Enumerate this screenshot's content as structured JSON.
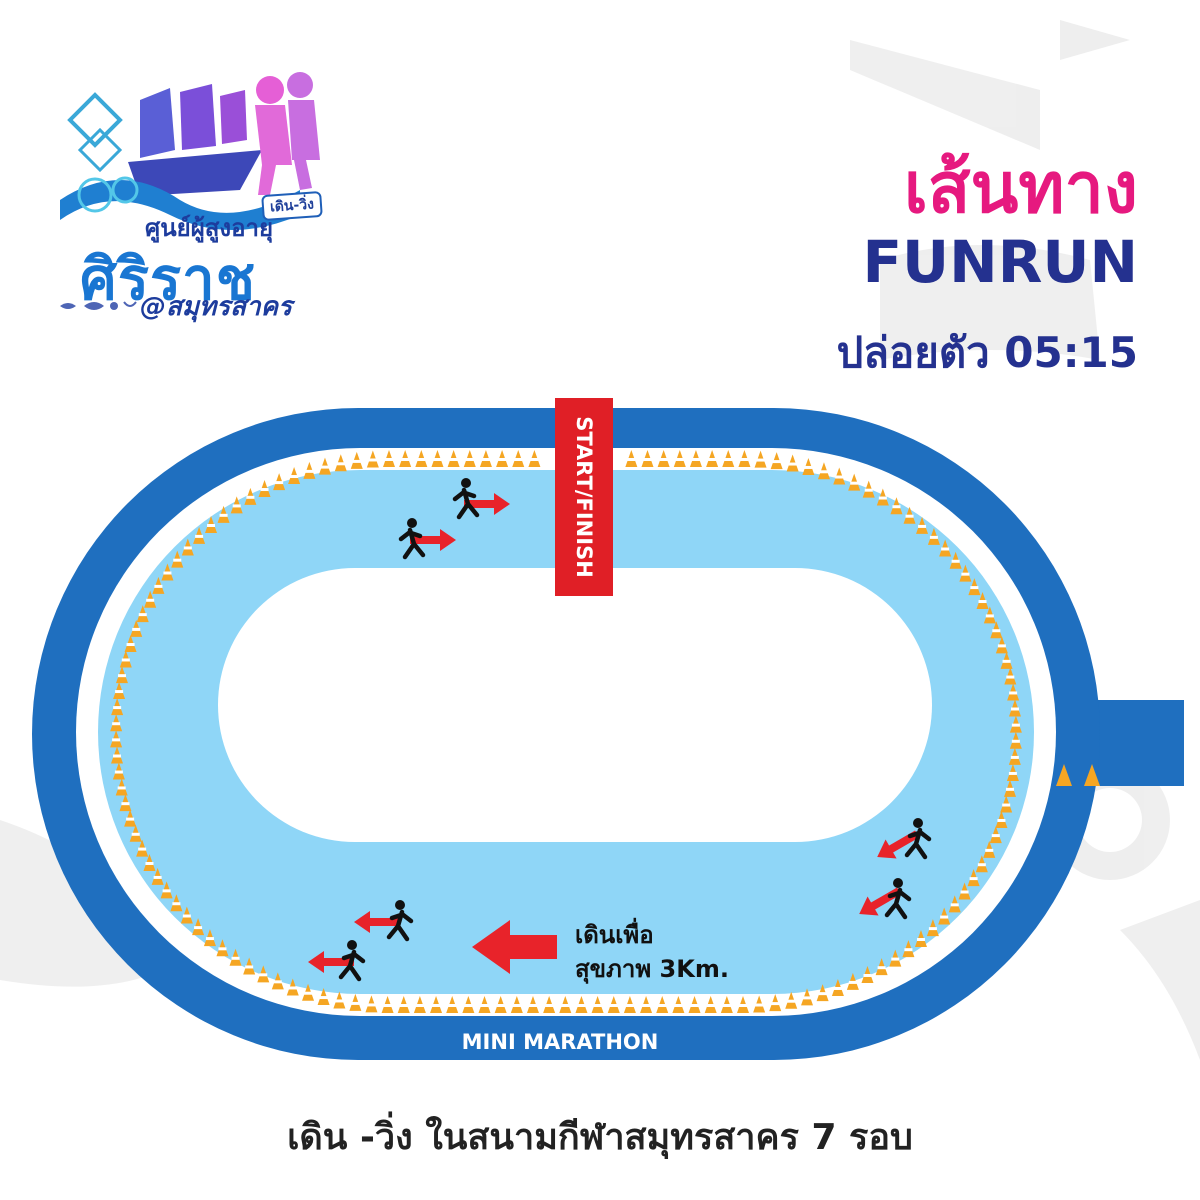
{
  "logo": {
    "tag": "เดิน-วิ่ง",
    "line1": "ศูนย์ผู้สูงอายุ",
    "line2": "ศิริราช",
    "line3": "@สมุทรสาคร"
  },
  "title": {
    "thai": "เส้นทาง",
    "english": "FUNRUN",
    "release": "ปล่อยตัว 05:15"
  },
  "track": {
    "start_finish": "START/FINISH",
    "outer_lane": "MINI MARATHON",
    "walk_label_line1": "เดินเพื่อ",
    "walk_label_line2": "สุขภาพ 3Km."
  },
  "footer": "เดิน -วิ่ง ในสนามกีฬาสมุทรสาคร 7 รอบ",
  "colors": {
    "outer_track": "#1f6fbf",
    "inner_track": "#8fd6f7",
    "start_finish": "#e01f26",
    "arrow": "#e8232a",
    "cone": "#f5a623",
    "title_pink": "#e6197f",
    "title_navy": "#24318f"
  },
  "icons": [
    "runner-icon",
    "arrow-right-icon",
    "arrow-left-icon",
    "traffic-cone-icon",
    "ship-logo-icon"
  ]
}
